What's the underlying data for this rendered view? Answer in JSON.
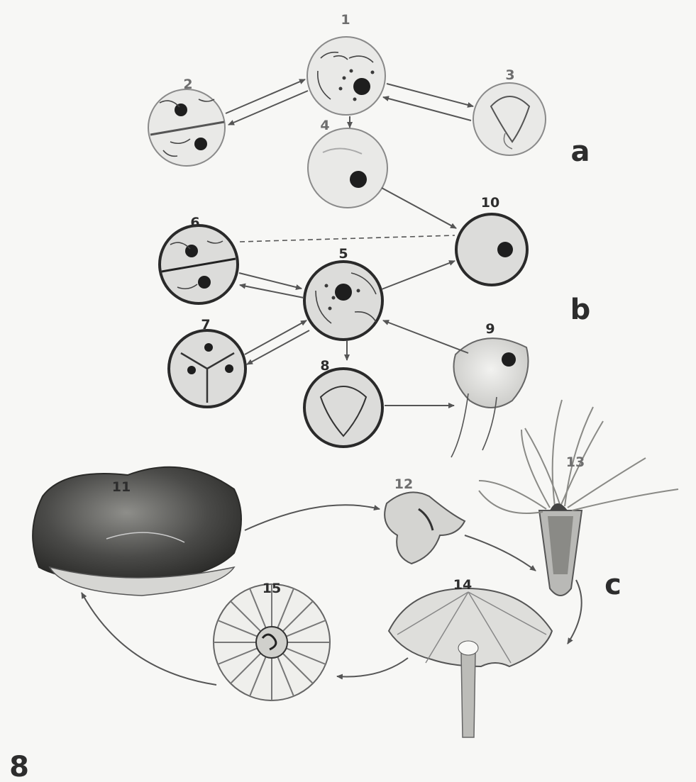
{
  "plate_number": "8",
  "section_labels": {
    "a": "a",
    "b": "b",
    "c": "c"
  },
  "stage_labels": {
    "s1": "1",
    "s2": "2",
    "s3": "3",
    "s4": "4",
    "s5": "5",
    "s6": "6",
    "s7": "7",
    "s8": "8",
    "s9": "9",
    "s10": "10",
    "s11": "11",
    "s12": "12",
    "s13": "13",
    "s14": "14",
    "s15": "15"
  }
}
